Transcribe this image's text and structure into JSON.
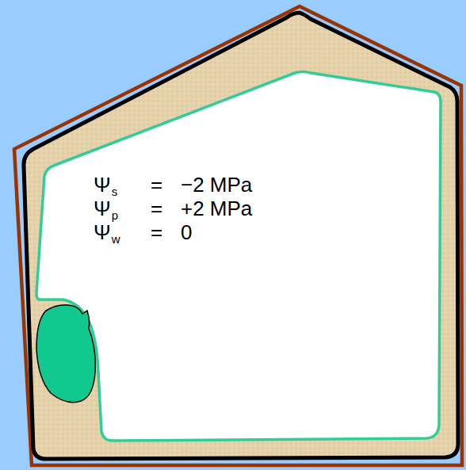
{
  "diagram": {
    "labels": [
      "Ψ",
      "s",
      "=",
      "−2 MPa",
      "Ψ",
      "p",
      "=",
      "+2 MPa",
      "Ψ",
      "w",
      "=",
      "0"
    ]
  }
}
